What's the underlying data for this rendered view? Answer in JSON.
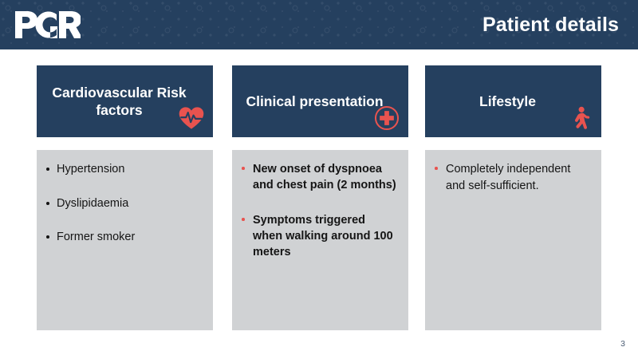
{
  "header": {
    "logo_text": "PCR",
    "title": "Patient details",
    "background_color": "#25405f"
  },
  "accent_color": "#e8534f",
  "panel_color": "#d0d2d4",
  "columns": [
    {
      "title": "Cardiovascular Risk factors",
      "icon": "heart-pulse-icon",
      "bullets": [
        "Hypertension",
        "Dyslipidaemia",
        "Former smoker"
      ]
    },
    {
      "title": "Clinical presentation",
      "icon": "medical-cross-circle-icon",
      "bullets": [
        "New onset of dyspnoea and chest pain (2 months)",
        "Symptoms triggered when walking around 100 meters"
      ]
    },
    {
      "title": "Lifestyle",
      "icon": "walking-person-icon",
      "bullets": [
        "Completely independent and self-sufficient."
      ]
    }
  ],
  "slide_number": "3"
}
